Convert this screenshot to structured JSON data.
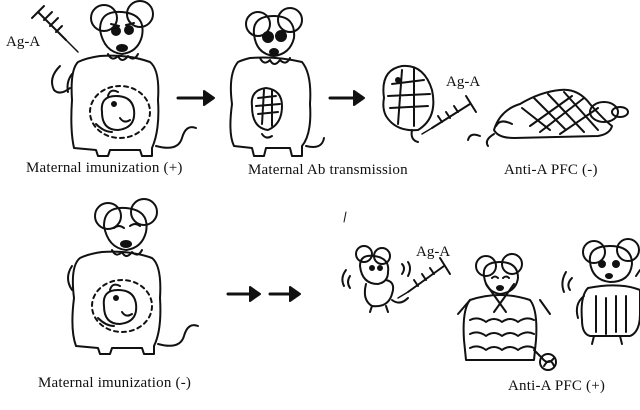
{
  "labels": {
    "antigen": "Ag-A",
    "maternal_immunization_plus": "Maternal imunization (+)",
    "maternal_ab_transmission": "Maternal Ab transmission",
    "anti_a_pfc_minus": "Anti-A PFC (-)",
    "maternal_immunization_minus": "Maternal imunization (-)",
    "anti_a_pfc_plus": "Anti-A PFC (+)"
  },
  "colors": {
    "ink": "#111111",
    "background": "#ffffff"
  }
}
